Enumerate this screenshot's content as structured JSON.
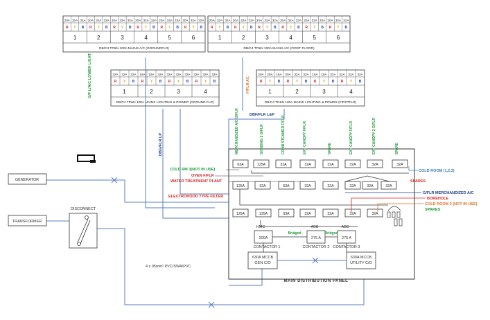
{
  "boards": [
    {
      "id": "db-ground-ac",
      "title": "DB/C4 TP&N 100A MAINS A/C (GROUNDFLR)",
      "ratings": [
        "20A",
        "32A",
        "32A",
        "20A",
        "32A",
        "32A",
        "20A",
        "32A",
        "32A",
        "20A",
        "32A",
        "32A",
        "20A",
        "32A",
        "32A",
        "20A",
        "32A",
        "32A"
      ],
      "phases": [
        "R",
        "Y",
        "B",
        "R",
        "Y",
        "B",
        "R",
        "Y",
        "B",
        "R",
        "Y",
        "B",
        "R",
        "Y",
        "B",
        "R",
        "Y",
        "B"
      ],
      "ways": [
        "1",
        "2",
        "3",
        "4",
        "5",
        "6"
      ]
    },
    {
      "id": "db-first-ac",
      "title": "DB/C4 TP&N 100A MAINS A/C (FIRST FLOOR)",
      "ratings": [
        "20A",
        "32A",
        "32A",
        "20A",
        "32A",
        "32A",
        "20A",
        "32A",
        "32A",
        "20A",
        "32A",
        "32A",
        "20A",
        "32A",
        "32A",
        "20A",
        "32A",
        "32A"
      ],
      "phases": [
        "R",
        "Y",
        "B",
        "R",
        "Y",
        "B",
        "R",
        "Y",
        "B",
        "R",
        "Y",
        "B",
        "R",
        "Y",
        "B",
        "R",
        "Y",
        "B"
      ],
      "ways": [
        "1",
        "2",
        "3",
        "4",
        "5",
        "6"
      ]
    },
    {
      "id": "db-ground-lp",
      "title": "DB/C4 TP&N 100A MAINS LIGHTING & POWER (GROUND FLR)",
      "ratings": [
        "32A",
        "32A",
        "32A",
        "16A",
        "16A",
        "32A",
        "32A",
        "32A",
        "32A",
        "32A",
        "32A",
        "32A"
      ],
      "phases": [
        "R",
        "Y",
        "B",
        "R",
        "Y",
        "B",
        "R",
        "Y",
        "B",
        "R",
        "Y",
        "B"
      ],
      "ways": [
        "1",
        "2",
        "3",
        "4"
      ]
    },
    {
      "id": "db-first-lp",
      "title": "DB/C4 TP&N 100A MAINS LIGHTING & POWER (FIRSTFLR)",
      "ratings": [
        "20A",
        "20A",
        "16A",
        "20A",
        "32A",
        "32A",
        "16A",
        "16A",
        "32A",
        "32A",
        "32A",
        "32A"
      ],
      "phases": [
        "R",
        "Y",
        "B",
        "R",
        "Y",
        "B",
        "R",
        "Y",
        "B",
        "R",
        "Y",
        "B"
      ],
      "ways": [
        "1",
        "2",
        "3",
        "4"
      ]
    }
  ],
  "cable_labels": {
    "gf_ac_lower_light": "G/F L/A/C LOWER LIGHT",
    "ff_ac": "F/FLR AC",
    "dbg_flr_lp": "DBG/FLR LP",
    "dbf_flr_lp": "DBF/FLR L&P"
  },
  "top_feeders": [
    "MERCHANDIZED A/C G/FLR",
    "SHADING 2 G/FLR",
    "COMB STEAMER F/FLR",
    "EXT CANOPY F/FLR",
    "SPARE",
    "EXT CANOPY F/FLR",
    "EXT CANOPY 2 G/FLR",
    "SPARE"
  ],
  "breakers": {
    "row1": [
      "63A",
      "125A",
      "32A",
      "32A",
      "32A",
      "32A",
      "32A",
      "32A"
    ],
    "row2": [
      "125A",
      "32A",
      "63A",
      "32A",
      "32A",
      "32A",
      "32A",
      "32A"
    ],
    "row3": [
      "125A",
      "125A",
      "63A",
      "32A",
      "32A",
      "32A",
      "32A"
    ]
  },
  "left_labels": {
    "cold_rm_3": "COLD RM 3(NOT IN USE)",
    "oven": "OVEN F/FLR",
    "water": "WATER TREATMENT PLANT",
    "electro": "ELECTROHOOD TYPE FILTER"
  },
  "right_labels": {
    "cold_room": "COLD ROOM (1,2,3)",
    "spares1": "SPARES",
    "merch": "G/FLR MERCHANDIZED A/C",
    "borehole": "BOREHOLE",
    "cold_room_2": "COLD ROOM 2 (NOT IN USE)",
    "spares2": "SPARES"
  },
  "contactors": {
    "hdr1": "HMC",
    "hdr2": "ABB",
    "hdr3": "ABB",
    "val1": "200A",
    "val2": "275 A",
    "val3": "275 A",
    "bridge": "Bridged",
    "lbl1": "CONTACTOR 1",
    "lbl2": "CONTACTOR 2",
    "lbl3": "CONTACTOR 3"
  },
  "mccb": {
    "gen_l1": "630A MCCB",
    "gen_l2": "GEN C/O",
    "util_l1": "630A MCCB",
    "util_l2": "UTILITY C/O"
  },
  "sources": {
    "generator": "GENERATOR",
    "transformer": "TRANSFORMER",
    "disconnect": "DISCONNECT"
  },
  "cable_spec": "4 x 95mm² PVC/SWA/PVC",
  "panel_title": "MAIN DISTRIBUTION PANEL",
  "colors": {
    "red": "#e02020",
    "yellow": "#d4b000",
    "blue": "#2040d0",
    "green": "#1a9a3a",
    "orange": "#e07020",
    "darkblue": "#1c3b8a",
    "lightblue": "#3a7dc8",
    "wire": "#5a7ec2",
    "line": "#333333"
  }
}
